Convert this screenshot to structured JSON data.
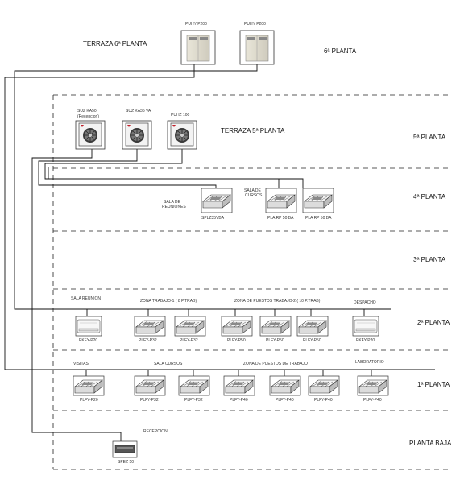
{
  "terraces": {
    "t6": "TERRAZA 6ª PLANTA",
    "t5": "TERRAZA 5ª PLANTA"
  },
  "floors": {
    "f6": "6ª PLANTA",
    "f5": "5ª PLANTA",
    "f4": "4ª PLANTA",
    "f3": "3ª PLANTA",
    "f2": "2ª PLANTA",
    "f1": "1ª PLANTA",
    "pb": "PLANTA BAJA"
  },
  "outdoor_units": {
    "puhy1": "PUHY P200",
    "puhy2": "PUHY P200",
    "suz1a": "SUZ KA50",
    "suz1b": "(Recepcion)",
    "suz2": "SUZ KA35 VA",
    "puhz": "PUHZ 100"
  },
  "floor4": {
    "zone_reuniones_1": "SALA DE",
    "zone_reuniones_2": "REUNIONES",
    "zone_cursos_1": "SALA DE",
    "zone_cursos_2": "CURSOS",
    "unit1": "SPLZ35VBA",
    "unit2": "PLA RP 50 BA",
    "unit3": "PLA RP 50 BA"
  },
  "floor2": {
    "zone_reunion": "SALA REUNION",
    "zone_trabajo1": "ZONA TRABAJO-1 ( 8 P.TRAB)",
    "zone_trabajo2": "ZONA DE PUESTOS TRABAJO-2 ( 10 P.TRAB)",
    "zone_despacho": "DESPACHO",
    "units": [
      "PKFY-P20",
      "PLFY-P32",
      "PLFY-P32",
      "PLFY-P50",
      "PLFY-P50",
      "PLFY-P50",
      "PKFY-P20"
    ]
  },
  "floor1": {
    "zone_visitas": "VISITAS",
    "zone_cursos": "SALA CURSOS",
    "zone_trabajo": "ZONA DE PUESTOS DE TRABAJO",
    "zone_lab": "LABORATORIO",
    "units": [
      "PLFY-P20",
      "PLFY-P32",
      "PLFY-P32",
      "PLFY-P40",
      "PLFY-P40",
      "PLFY-P40",
      "PLFY-P40"
    ]
  },
  "ground": {
    "zone_recepcion": "RECEPCION",
    "unit": "SPEZ 50"
  }
}
